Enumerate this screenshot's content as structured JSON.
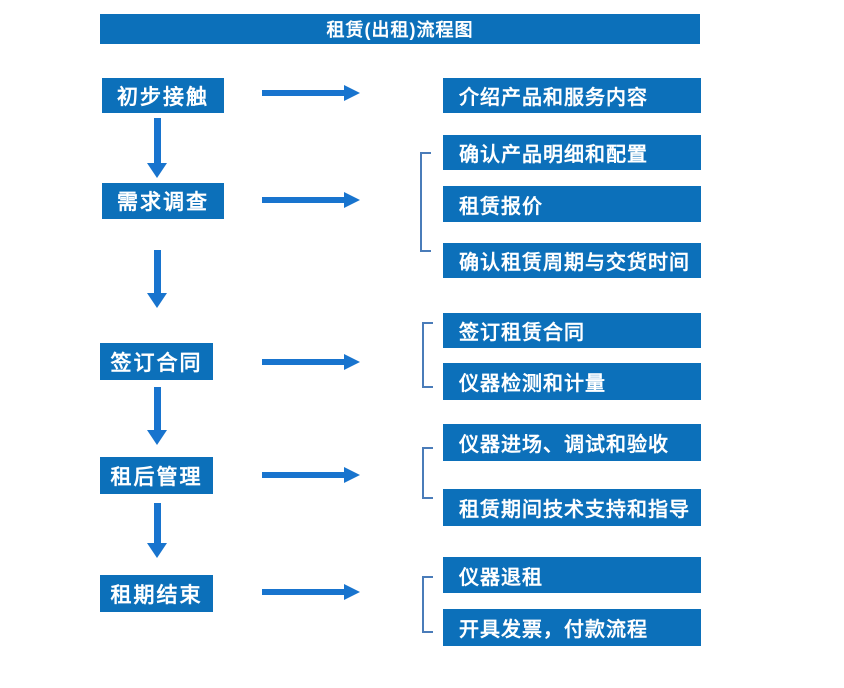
{
  "title": "租赁(出租)流程图",
  "colors": {
    "box_blue": "#0c70ba",
    "arrow_blue": "#1874ce",
    "bracket_blue": "#4a7cb9",
    "text_white": "#ffffff",
    "background": "#ffffff"
  },
  "steps": [
    {
      "label": "初步接触",
      "details": [
        "介绍产品和服务内容"
      ]
    },
    {
      "label": "需求调查",
      "details": [
        "确认产品明细和配置",
        "租赁报价",
        "确认租赁周期与交货时间"
      ]
    },
    {
      "label": "签订合同",
      "details": [
        "签订租赁合同",
        "仪器检测和计量"
      ]
    },
    {
      "label": "租后管理",
      "details": [
        "仪器进场、调试和验收",
        "租赁期间技术支持和指导"
      ]
    },
    {
      "label": "租期结束",
      "details": [
        "仪器退租",
        "开具发票，付款流程"
      ]
    }
  ]
}
